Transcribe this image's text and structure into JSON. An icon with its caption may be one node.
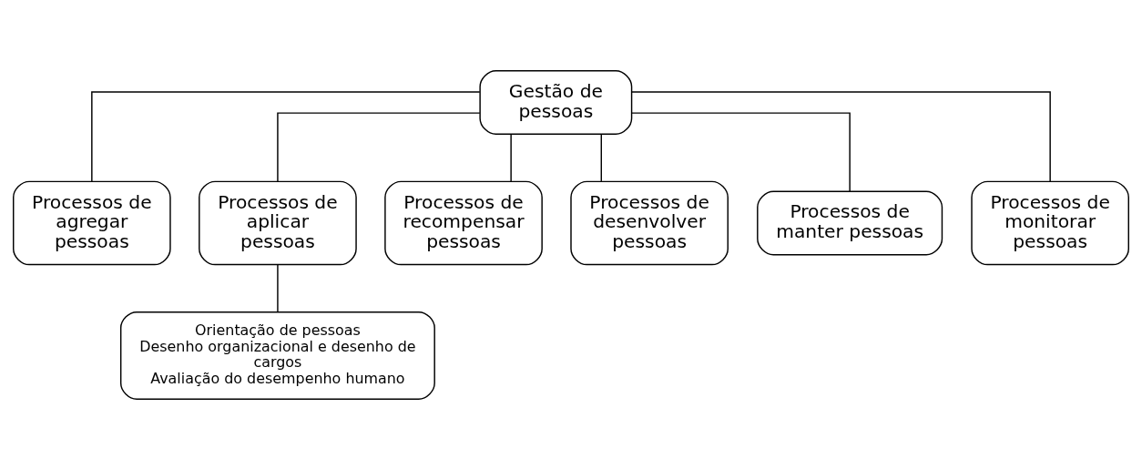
{
  "diagram": {
    "nodes": [
      {
        "text": [
          "Gestão de pessoas"
        ]
      },
      {
        "text": [
          "Processos de agregar pessoas"
        ]
      },
      {
        "text": [
          "Processos de aplicar pessoas"
        ]
      },
      {
        "text": [
          "Processos de recompensar pessoas"
        ]
      },
      {
        "text": [
          "Processos de desenvolver pessoas"
        ]
      },
      {
        "text": [
          "Processos de manter pessoas"
        ]
      },
      {
        "text": [
          "Processos de monitorar pessoas"
        ]
      },
      {
        "text": [
          "Orientação de pessoas",
          "Desenho organizacional e desenho de cargos",
          "Avaliação do desempenho humano"
        ]
      }
    ],
    "edges": [
      {
        "from": 0,
        "to": 1,
        "arrow": "none"
      },
      {
        "from": 0,
        "to": 2,
        "arrow": "none"
      },
      {
        "from": 0,
        "to": 3,
        "arrow": "none"
      },
      {
        "from": 0,
        "to": 4,
        "arrow": "none"
      },
      {
        "from": 0,
        "to": 5,
        "arrow": "none"
      },
      {
        "from": 0,
        "to": 6,
        "arrow": "none"
      },
      {
        "from": 2,
        "to": 7,
        "arrow": "none"
      }
    ]
  }
}
